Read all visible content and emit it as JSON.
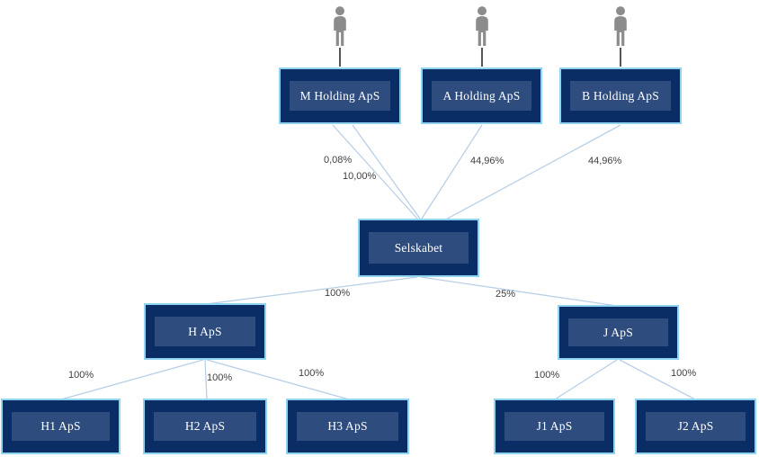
{
  "diagram": {
    "type": "ownership-structure",
    "icons": {
      "owner": "person-icon"
    },
    "colors": {
      "box_fill": "#0b2d66",
      "box_inner_fill": "#2e4d7e",
      "box_border": "#8fd4f0",
      "connector_line": "#b9cfe6",
      "person_connector_line": "#2b2b2b",
      "person_icon": "#8c8c8c",
      "percentage_text": "#3f3f3f",
      "node_text": "#ffffff"
    },
    "nodes": {
      "m_holding": "M Holding ApS",
      "a_holding": "A Holding ApS",
      "b_holding": "B Holding ApS",
      "selskabet": "Selskabet",
      "h": "H ApS",
      "j": "J ApS",
      "h1": "H1 ApS",
      "h2": "H2 ApS",
      "h3": "H3 ApS",
      "j1": "J1 ApS",
      "j2": "J2 ApS"
    },
    "edges": {
      "m_to_selskabet_1": "0,08%",
      "m_to_selskabet_2": "10,00%",
      "a_to_selskabet": "44,96%",
      "b_to_selskabet": "44,96%",
      "selskabet_to_h": "100%",
      "selskabet_to_j": "25%",
      "h_to_h1": "100%",
      "h_to_h2": "100%",
      "h_to_h3": "100%",
      "j_to_j1": "100%",
      "j_to_j2": "100%"
    }
  }
}
